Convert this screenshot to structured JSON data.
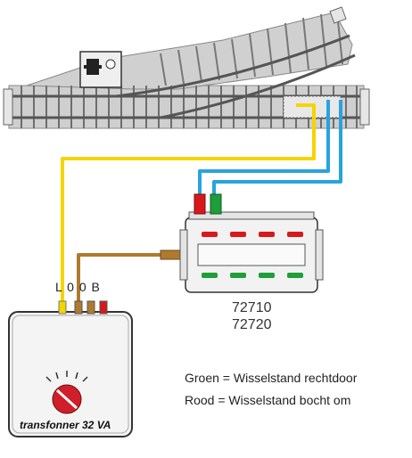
{
  "transformer": {
    "terminal_labels": "L  0  0  B",
    "label": "transfonner 32 VA"
  },
  "decoder": {
    "model_a": "72710",
    "model_b": "72720"
  },
  "legend": {
    "green": "Groen = Wisselstand rechtdoor",
    "red": "Rood = Wisselstand bocht om"
  },
  "colors": {
    "wire_yellow": "#f5d400",
    "wire_blue": "#29a3de",
    "wire_brown": "#b07a2e",
    "button_red": "#d7191c",
    "button_green": "#1f9e3a",
    "track_gray": "#b4b4b4",
    "knob_red": "#d01f2a"
  }
}
